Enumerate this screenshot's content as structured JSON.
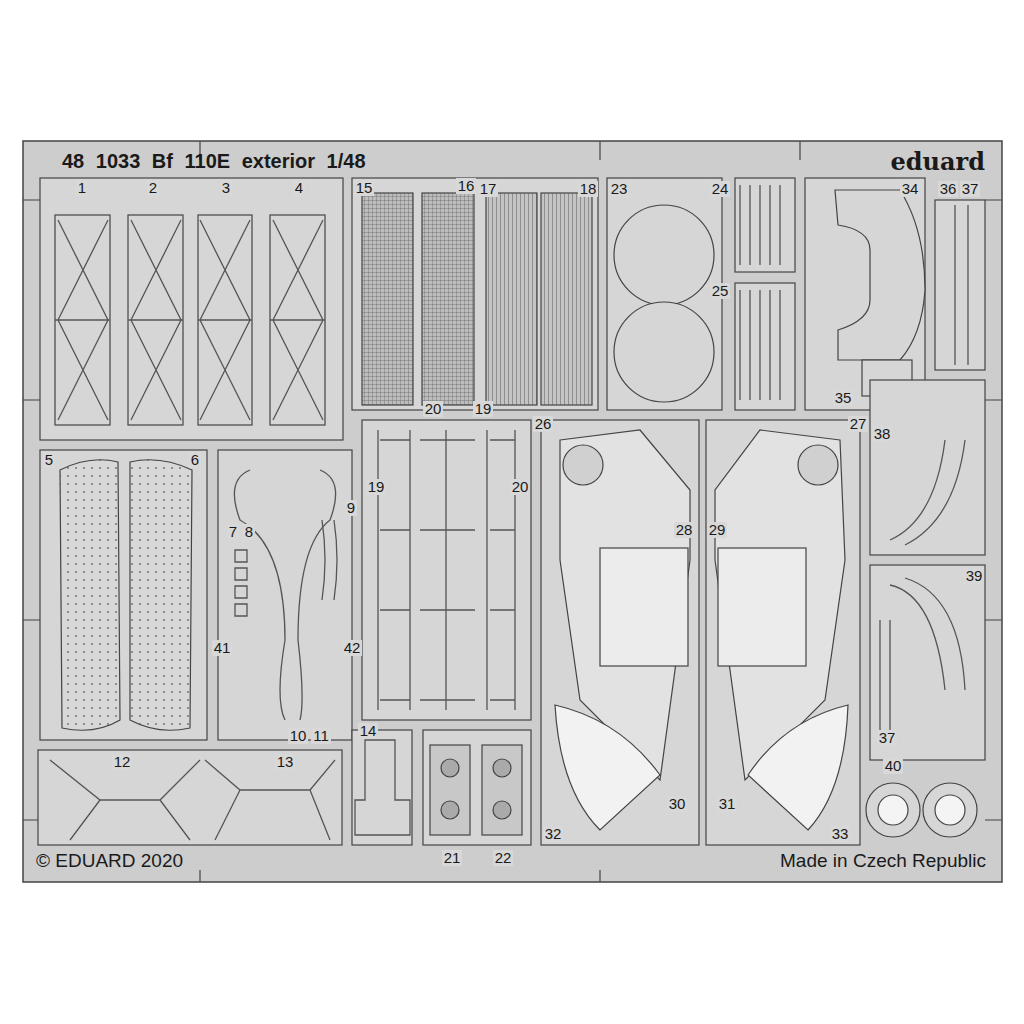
{
  "diagram": {
    "title": "48 1033 Bf 110E exterior 1/48",
    "labels": [
      "eduard",
      "1",
      "2",
      "3",
      "4",
      "15",
      "16",
      "17",
      "18",
      "23",
      "24",
      "25",
      "34",
      "36",
      "37",
      "5",
      "6",
      "7",
      "8",
      "9",
      "41",
      "42",
      "10",
      "11",
      "12",
      "13",
      "14",
      "20",
      "19",
      "26",
      "19",
      "20",
      "28",
      "29",
      "27",
      "35",
      "38",
      "39",
      "37",
      "40",
      "30",
      "31",
      "32",
      "33",
      "21",
      "22",
      "© EDUARD 2020",
      "Made in Czech Republic"
    ]
  }
}
